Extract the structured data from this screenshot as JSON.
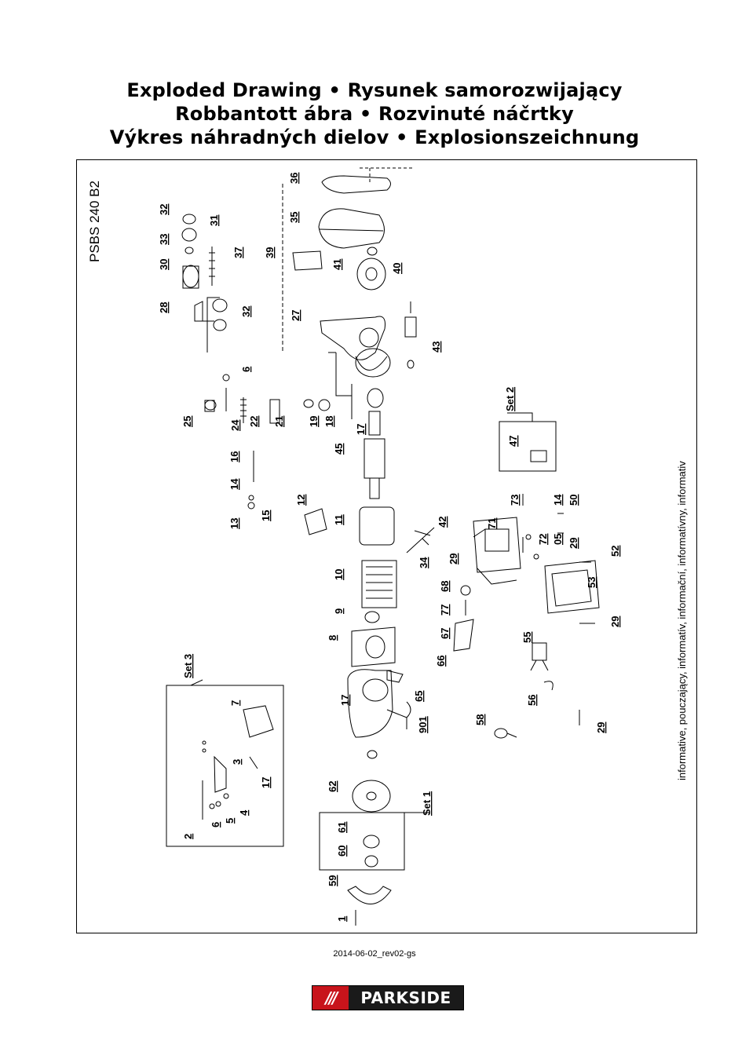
{
  "title": {
    "line1": "Exploded Drawing • Rysunek samorozwijający",
    "line2": "Robbantott ábra • Rozvinuté náčrtky",
    "line3": "Výkres náhradných dielov • Explosionszeichnung"
  },
  "model": "PSBS 240 B2",
  "info_note": "informative, pouczający, informatív, informační, informatívny, informativ",
  "sets": {
    "set1": "Set 1",
    "set2": "Set 2",
    "set3": "Set 3"
  },
  "part_numbers": {
    "p1": "1",
    "p2": "2",
    "p3": "3",
    "p4": "4",
    "p5": "5",
    "p6": "6",
    "p7": "7",
    "p8": "8",
    "p9": "9",
    "p10": "10",
    "p11": "11",
    "p12": "12",
    "p13": "13",
    "p14": "14",
    "p15": "15",
    "p16": "16",
    "p17": "17",
    "p18": "18",
    "p19": "19",
    "p21": "21",
    "p22": "22",
    "p24": "24",
    "p25": "25",
    "p27": "27",
    "p28": "28",
    "p29": "29",
    "p30": "30",
    "p31": "31",
    "p32": "32",
    "p33": "33",
    "p34": "34",
    "p35": "35",
    "p36": "36",
    "p37": "37",
    "p39": "39",
    "p40": "40",
    "p41": "41",
    "p42": "42",
    "p43": "43",
    "p45": "45",
    "p47": "47",
    "p50": "50",
    "p52": "52",
    "p53": "53",
    "p55": "55",
    "p56": "56",
    "p58": "58",
    "p59": "59",
    "p60": "60",
    "p61": "61",
    "p62": "62",
    "p65": "65",
    "p66": "66",
    "p67": "67",
    "p68": "68",
    "p71": "71",
    "p72": "72",
    "p73": "73",
    "p77": "77",
    "p05": "05",
    "p901": "901"
  },
  "revision": "2014-06-02_rev02-gs",
  "brand": {
    "name": "PARKSIDE",
    "slashes": "///",
    "accent_color": "#c8141b"
  }
}
